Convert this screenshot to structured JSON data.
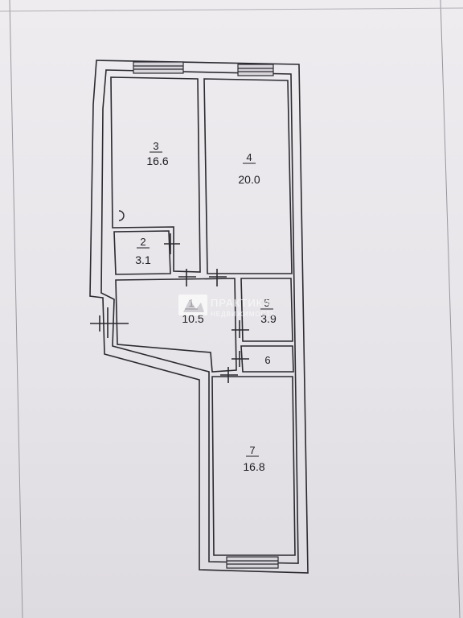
{
  "rooms": [
    {
      "id": "3",
      "area": "16.6"
    },
    {
      "id": "4",
      "area": "20.0"
    },
    {
      "id": "2",
      "area": "3.1"
    },
    {
      "id": "1",
      "area": "10.5"
    },
    {
      "id": "5",
      "area": "3.9"
    },
    {
      "id": "6",
      "area": ""
    },
    {
      "id": "7",
      "area": "16.8"
    }
  ],
  "watermark": {
    "line1": "ПРАКТИКА",
    "line2": "НЕДВИЖИМОСТЬ"
  },
  "colors": {
    "wall": "#2a2a30",
    "paper": "#eeecef",
    "watermark": "#ffffff"
  }
}
